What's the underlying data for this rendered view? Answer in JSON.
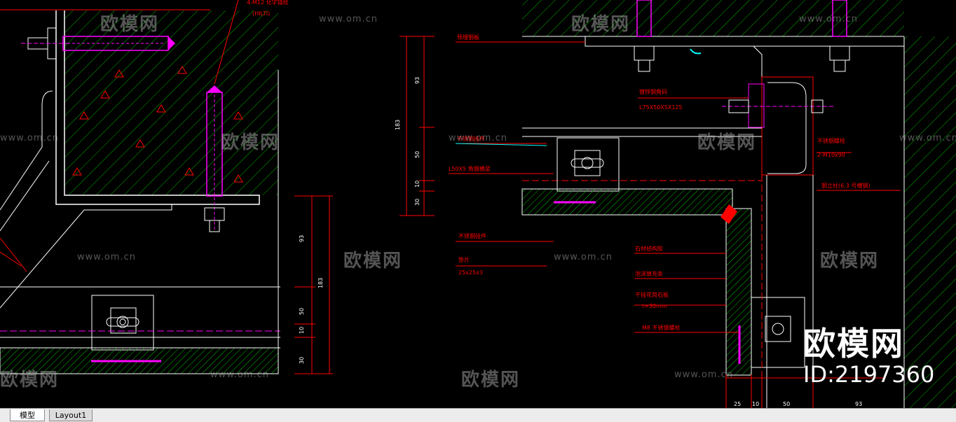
{
  "tabs": {
    "model": "模型",
    "layout1": "Layout1"
  },
  "watermark": {
    "logo": "欧模网",
    "url": "www.om.cn"
  },
  "brand": {
    "name": "欧模网",
    "id": "ID:2197360"
  },
  "annotations": {
    "anchor_bolt": "4-M12 化学锚栓",
    "hilti": "(HILTI)",
    "embed_plate": "预埋钢板",
    "bracket_angle": "镀锌钢角码",
    "bracket_spec": "L75X50X5X125",
    "l50_angle": "L50X5 角钢横梁",
    "ss_bolt": "不锈钢螺栓",
    "ss_bolt_spec": "2-M10x90",
    "keel_a": "不锈钢挂件",
    "steel_post": "钢立柱(6.3 号槽钢)",
    "ss_pendant": "不锈钢挂件",
    "gasket": "垫片",
    "gasket_spec": "25x25x3",
    "stone_glue": "石材结构胶",
    "foam_rod": "泡沫填充条",
    "dry_stone": "干挂花岗石板",
    "stone_thick": "t=30mm",
    "m8_bolt": "M8 不锈钢螺栓"
  },
  "dims": {
    "left": {
      "v93": "93",
      "v183": "183",
      "v50": "50",
      "v10": "10",
      "v30": "30"
    },
    "mid": {
      "v93": "93",
      "v183": "183",
      "v50": "50",
      "v10": "10",
      "v30": "30"
    },
    "bottom": {
      "v25": "25",
      "v10": "10",
      "v50": "50",
      "v93": "93"
    }
  },
  "colors": {
    "background": "#000000",
    "red": "#ff0000",
    "green": "#00ff00",
    "white": "#ffffff",
    "magenta": "#ff00ff",
    "yellow": "#ffff00",
    "cyan": "#00ffff"
  }
}
